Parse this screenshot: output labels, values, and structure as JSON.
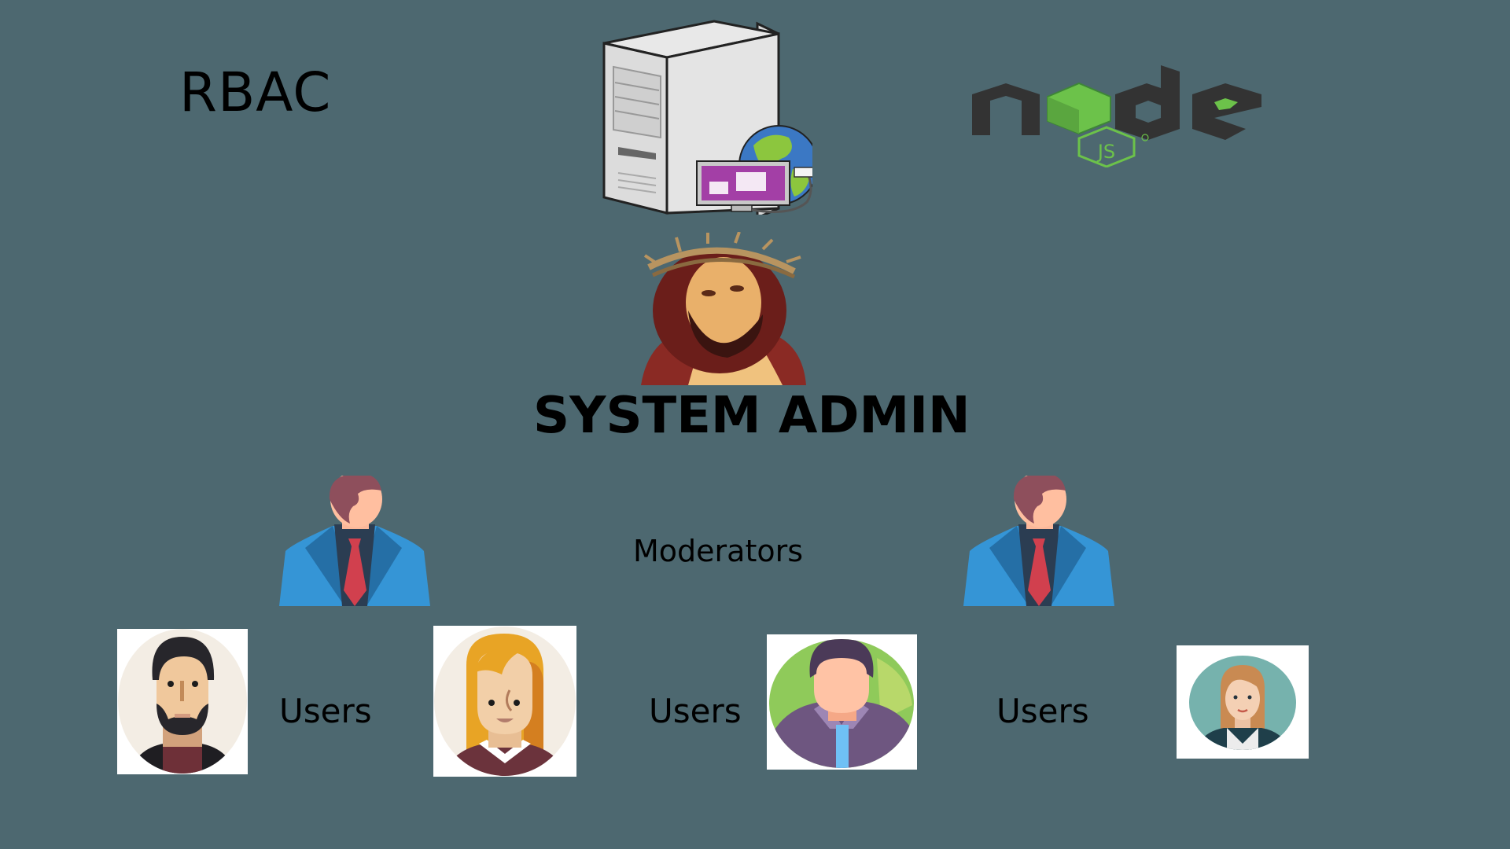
{
  "diagram": {
    "title": "RBAC",
    "root_role": "SYSTEM ADMIN",
    "middle_role": "Moderators",
    "leaf_labels": [
      "Users",
      "Users",
      "Users"
    ],
    "icons": {
      "server": "server-with-globe-icon",
      "node_logo": "nodejs-logo",
      "admin": "admin-portrait-image",
      "moderator": "moderator-businessman-icon",
      "users": [
        "user-avatar-bearded-man",
        "user-avatar-blonde-woman",
        "user-avatar-man-green",
        "user-avatar-woman-teal"
      ]
    },
    "logo_text": {
      "node": "node",
      "js": "JS"
    },
    "colors": {
      "background": "#4d6870",
      "text": "#000000",
      "node_green": "#6cc24a",
      "node_dark": "#333333",
      "suit_blue": "#3595d6",
      "tie_red": "#d1404e"
    }
  }
}
